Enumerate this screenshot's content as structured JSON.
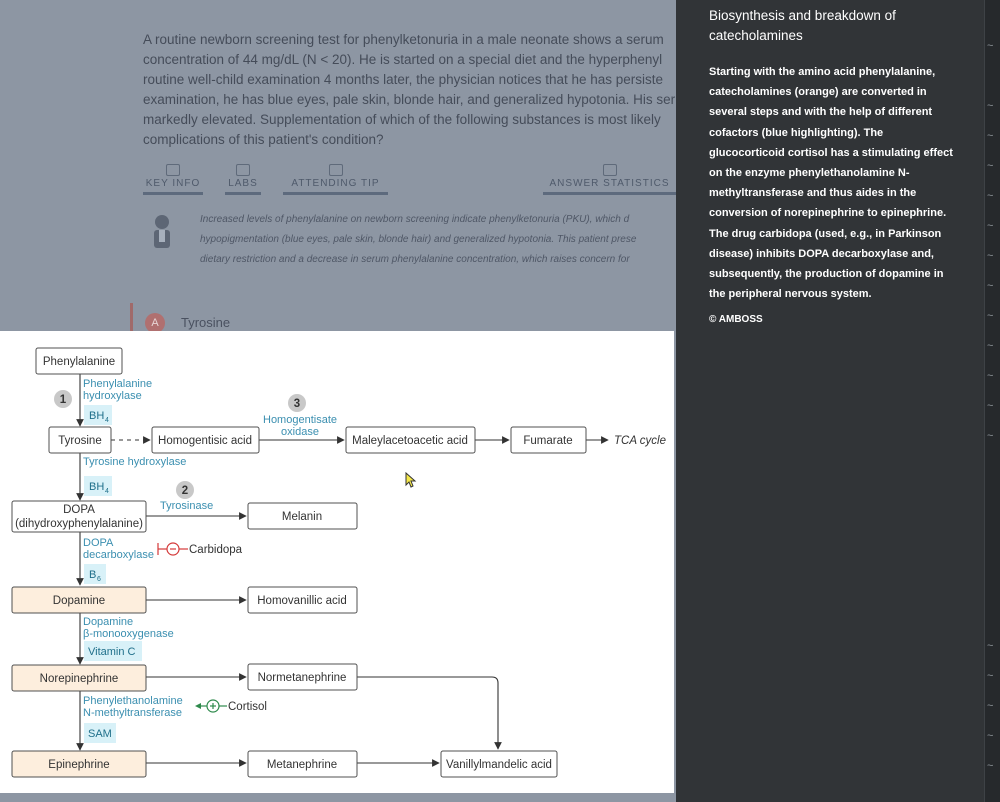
{
  "background": {
    "question_lines": [
      "A routine newborn screening test for phenylketonuria in a male neonate shows a serum",
      "concentration of 44 mg/dL (N < 20). He is started on a special diet and the hyperphenyl",
      "routine well-child examination 4 months later, the physician notices that he has persiste",
      "examination, he has blue eyes, pale skin, blonde hair, and generalized hypotonia. His ser",
      "markedly elevated. Supplementation of which of the following substances is most likely",
      "complications of this patient's condition?"
    ],
    "tools": [
      "KEY INFO",
      "LABS",
      "ATTENDING TIP",
      "ANSWER STATISTICS"
    ],
    "explanation_lines": [
      "Increased levels of phenylalanine on newborn screening indicate phenylketonuria (PKU), which d",
      "hypopigmentation (blue eyes, pale skin, blonde hair) and generalized hypotonia. This patient prese",
      "dietary restriction and a decrease in serum phenylalanine concentration, which raises concern for"
    ],
    "answer_letter": "A",
    "answer_text": "Tyrosine"
  },
  "panel": {
    "title_lines": [
      "Biosynthesis and breakdown of",
      "catecholamines"
    ],
    "body_lines": [
      "Starting with the amino acid phenylalanine,",
      "catecholamines (orange) are converted in",
      "several steps and with the help of different",
      "cofactors (blue highlighting). The",
      "glucocorticoid cortisol has a stimulating effect",
      "on the enzyme phenylethanolamine N-",
      "methyltransferase and thus aides in the",
      "conversion of norepinephrine to epinephrine.",
      "The drug carbidopa (used, e.g., in Parkinson",
      "disease) inhibits DOPA decarboxylase and,",
      "subsequently, the production of dopamine in",
      "the peripheral nervous system."
    ],
    "copyright": "© AMBOSS"
  },
  "diagram": {
    "nodes": {
      "phenylalanine": "Phenylalanine",
      "tyrosine": "Tyrosine",
      "homogentisic": "Homogentisic acid",
      "maleylacetoacetic": "Maleylacetoacetic acid",
      "fumarate": "Fumarate",
      "tca": "TCA cycle",
      "dopa_1": "DOPA",
      "dopa_2": "(dihydroxyphenylalanine)",
      "melanin": "Melanin",
      "dopamine": "Dopamine",
      "homovanillic": "Homovanillic acid",
      "norepinephrine": "Norepinephrine",
      "normetanephrine": "Normetanephrine",
      "epinephrine": "Epinephrine",
      "metanephrine": "Metanephrine",
      "vanillylmandelic": "Vanillylmandelic acid"
    },
    "enzymes": {
      "phe_hydroxylase_1": "Phenylalanine",
      "phe_hydroxylase_2": "hydroxylase",
      "homogentisate_1": "Homogentisate",
      "homogentisate_2": "oxidase",
      "tyr_hydroxylase": "Tyrosine hydroxylase",
      "tyrosinase": "Tyrosinase",
      "dopa_decarb_1": "DOPA",
      "dopa_decarb_2": "decarboxylase",
      "dbh_1": "Dopamine",
      "dbh_2": "β-monooxygenase",
      "pnmt_1": "Phenylethanolamine",
      "pnmt_2": "N-methyltransferase"
    },
    "cofactors": {
      "bh4_a": "BH",
      "bh4_b": "BH",
      "bh4_sub": "4",
      "b6": "B",
      "b6_sub": "6",
      "vitc": "Vitamin C",
      "sam": "SAM"
    },
    "numbers": [
      "1",
      "2",
      "3"
    ],
    "modulators": {
      "carbidopa": "Carbidopa",
      "cortisol": "Cortisol"
    }
  }
}
